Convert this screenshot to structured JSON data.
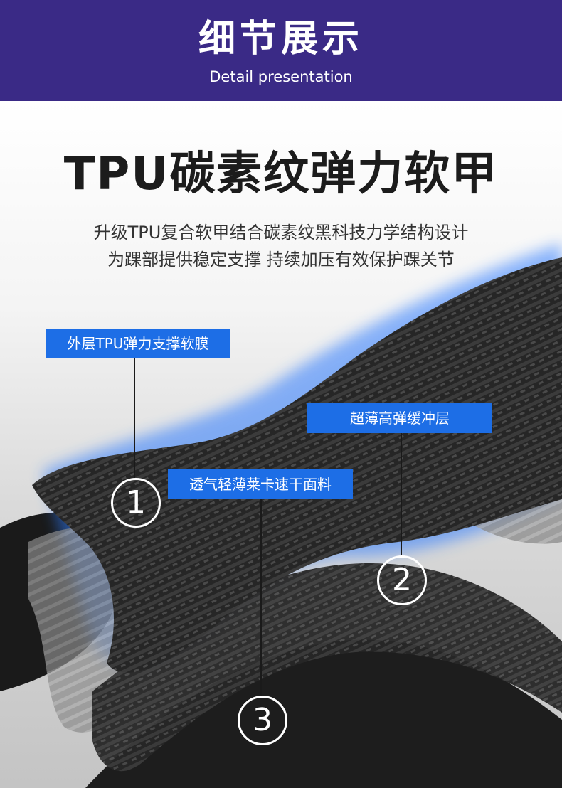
{
  "header": {
    "title": "细节展示",
    "subtitle": "Detail presentation",
    "background_color": "#3a2a86"
  },
  "hero": {
    "title": "TPU碳素纹弹力软甲",
    "description_line1": "升级TPU复合软甲结合碳素纹黑科技力学结构设计",
    "description_line2": "为踝部提供稳定支撑 持续加压有效保护踝关节"
  },
  "callouts": [
    {
      "label": "外层TPU弹力支撑软膜",
      "number": "1"
    },
    {
      "label": "超薄高弹缓冲层",
      "number": "2"
    },
    {
      "label": "透气轻薄莱卡速干面料",
      "number": "3"
    }
  ],
  "colors": {
    "label_background": "#1d6ee6",
    "carbon_fabric": "#2a2a2a",
    "glow": "#2f7bff"
  }
}
